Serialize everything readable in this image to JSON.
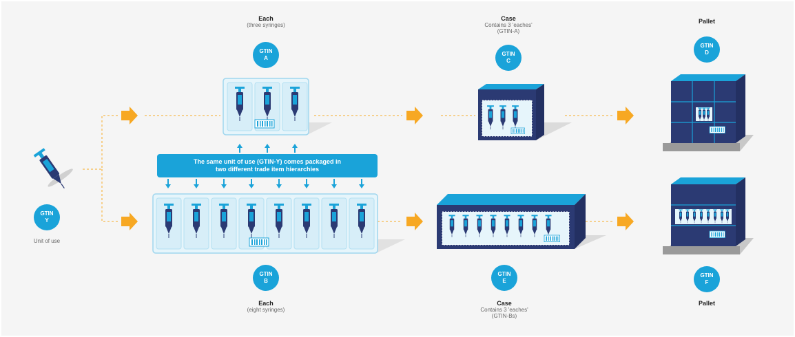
{
  "nodes": {
    "each_a": {
      "title": "Each",
      "subtitle": "(three syringes)",
      "gtin_top": "GTIN",
      "gtin_bottom": "A"
    },
    "case_c": {
      "title": "Case",
      "line1": "Contains 3 'eaches'",
      "line2": "(GTIN-A)",
      "gtin_top": "GTIN",
      "gtin_bottom": "C"
    },
    "pallet_d": {
      "title": "Pallet",
      "gtin_top": "GTIN",
      "gtin_bottom": "D"
    },
    "unit_y": {
      "caption": "Unit of use",
      "gtin_top": "GTIN",
      "gtin_bottom": "Y"
    },
    "each_b": {
      "title": "Each",
      "subtitle": "(eight syringes)",
      "gtin_top": "GTIN",
      "gtin_bottom": "B"
    },
    "case_e": {
      "title": "Case",
      "line1": "Contains 3 'eaches'",
      "line2": "(GTIN-Bs)",
      "gtin_top": "GTIN",
      "gtin_bottom": "E"
    },
    "pallet_f": {
      "title": "Pallet",
      "gtin_top": "GTIN",
      "gtin_bottom": "F"
    }
  },
  "banner": {
    "line1": "The same unit of use (GTIN-Y) comes packaged in",
    "line2": "two different trade item hierarchies"
  },
  "colors": {
    "accent_blue": "#1aa3d9",
    "navy": "#2b3a73",
    "arrow_orange": "#f7a823",
    "ice_blue": "#d7eef8"
  }
}
